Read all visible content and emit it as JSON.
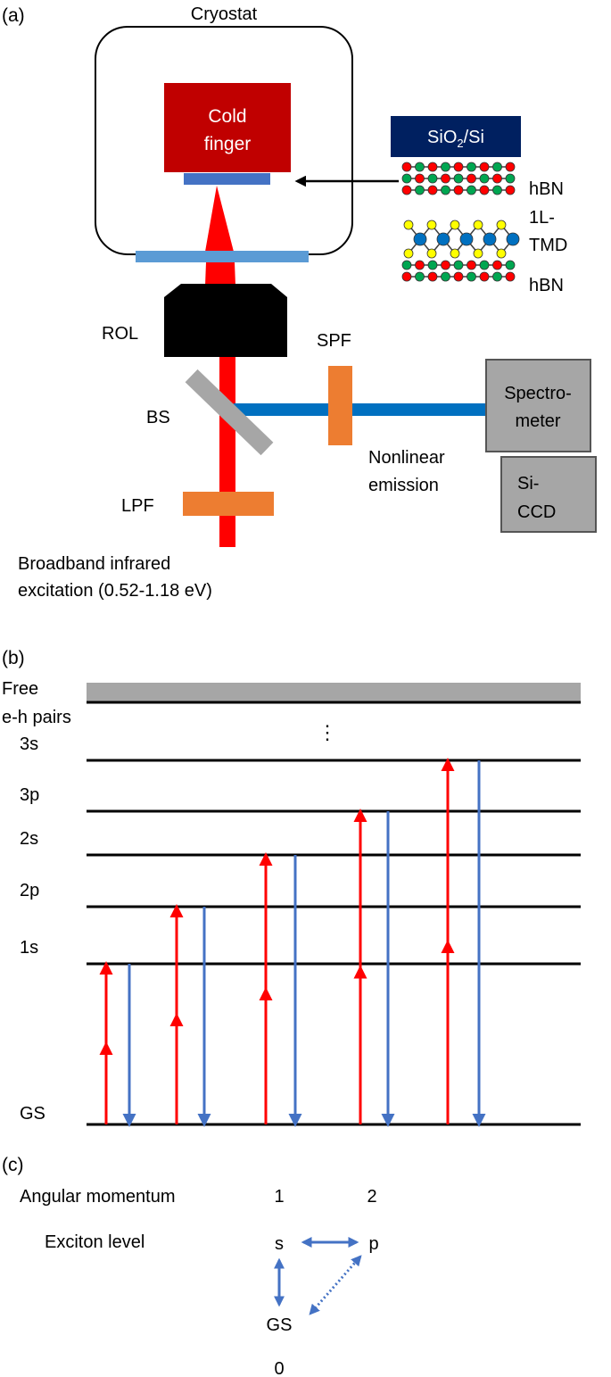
{
  "panel_a": {
    "label": "(a)",
    "cryostat": "Cryostat",
    "cold_finger_line1": "Cold",
    "cold_finger_line2": "finger",
    "substrate_main": "SiO",
    "substrate_sub": "2",
    "substrate_tail": "/Si",
    "hbn_top": "hBN",
    "tmd_line1": "1L-",
    "tmd_line2": "TMD",
    "hbn_bottom": "hBN",
    "rol": "ROL",
    "spf": "SPF",
    "bs": "BS",
    "lpf": "LPF",
    "spectrometer_line1": "Spectro-",
    "spectrometer_line2": "meter",
    "ccd_line1": "Si-",
    "ccd_line2": "CCD",
    "emission_line1": "Nonlinear",
    "emission_line2": "emission",
    "excitation_line1": "Broadband infrared",
    "excitation_line2": "excitation (0.52-1.18 eV)"
  },
  "panel_b": {
    "label": "(b)",
    "continuum_line1": "Free",
    "continuum_line2": "e-h pairs",
    "ellipsis": "⋮",
    "levels": [
      "3s",
      "3p",
      "2s",
      "2p",
      "1s",
      "GS"
    ]
  },
  "panel_c": {
    "label": "(c)",
    "angular_momentum": "Angular momentum",
    "exciton_level": "Exciton level",
    "am_1": "1",
    "am_2": "2",
    "am_0": "0",
    "s": "s",
    "p": "p",
    "gs": "GS"
  },
  "colors": {
    "red": "#ff0000",
    "blue": "#4472c4",
    "orange": "#ed7d31",
    "cold_finger": "#c00000",
    "substrate": "#002060",
    "window": "#5b9bd5",
    "gray": "#a6a6a6"
  }
}
